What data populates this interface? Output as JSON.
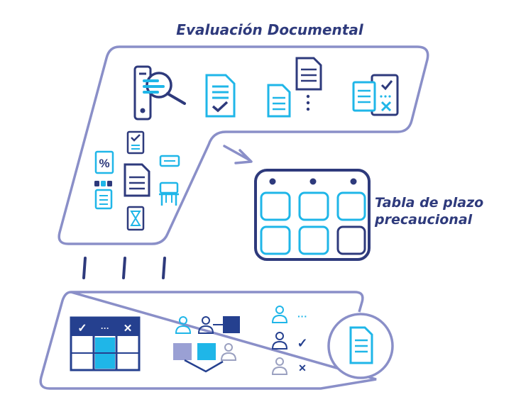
{
  "header": {
    "title": "Evaluación Documental"
  },
  "calendar": {
    "label_line1": "Tabla de plazo",
    "label_line2": "precaucional"
  },
  "table_marks": {
    "check": "✓",
    "dots": "···",
    "cross": "✕"
  },
  "status_marks": {
    "dots": "···",
    "check": "✓",
    "cross": "✕"
  },
  "colors": {
    "navy": "#2e3a7c",
    "outline": "#8a8fc8",
    "cyan": "#1fb6e8",
    "dark_blue": "#25408f",
    "lavender": "#9aa0d4",
    "gray_person": "#9aa0c0"
  },
  "icons": [
    "server-magnifier-icon",
    "document-check-icon",
    "document-stack-icon",
    "checklist-icon",
    "percent-document-icon",
    "hourglass-document-icon",
    "desk-icon",
    "arrow-icon",
    "calendar-icon",
    "person-icon",
    "document-circle-icon"
  ]
}
